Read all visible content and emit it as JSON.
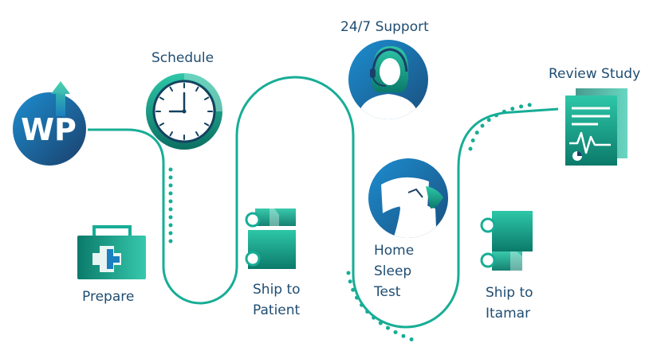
{
  "steps": {
    "prepare": "Prepare",
    "schedule": "Schedule",
    "ship_to_patient_line1": "Ship to",
    "ship_to_patient_line2": "Patient",
    "support": "24/7 Support",
    "home_sleep_test_line1": "Home",
    "home_sleep_test_line2": "Sleep",
    "home_sleep_test_line3": "Test",
    "ship_to_itamar_line1": "Ship to",
    "ship_to_itamar_line2": "Itamar",
    "review_study": "Review Study"
  },
  "logo": {
    "text": "WP"
  },
  "colors": {
    "navy": "#1f4d72",
    "teal": "#17ad96",
    "blue": "#1c7fc0",
    "dark_teal": "#0b7a6a"
  }
}
